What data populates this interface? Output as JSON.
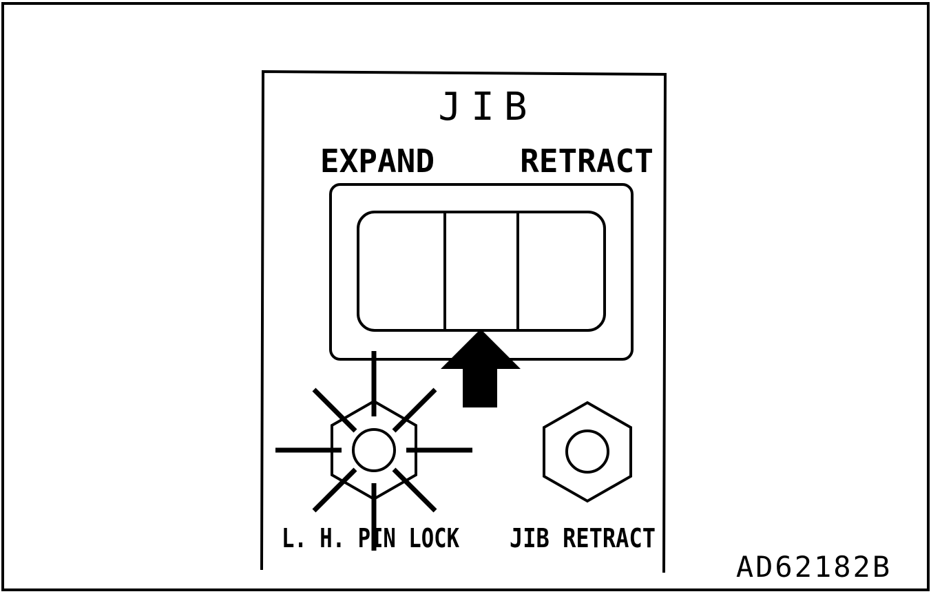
{
  "panel": {
    "title": "JIB",
    "left_label": "EXPAND",
    "right_label": "RETRACT"
  },
  "indicators": {
    "left_label": "L. H. PIN LOCK",
    "left_state": "lit",
    "right_label": "JIB RETRACT",
    "right_state": "off"
  },
  "figure_code": "AD62182B"
}
